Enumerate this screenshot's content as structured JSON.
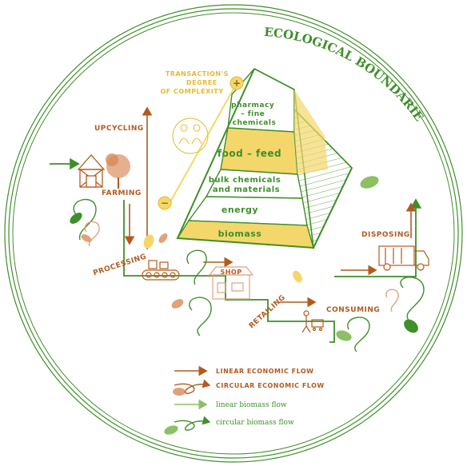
{
  "title": "ECOLOGICAL BOUNDARIES",
  "pyramid": {
    "axis_label_lines": [
      "TRANSACTION'S",
      "DEGREE",
      "OF COMPLEXITY"
    ],
    "plus": "+",
    "minus": "−",
    "levels": [
      {
        "lines": [
          "pharmacy",
          "– fine",
          "chemicals"
        ]
      },
      {
        "lines": [
          "food – feed"
        ]
      },
      {
        "lines": [
          "bulk chemicals",
          "and materials"
        ]
      },
      {
        "lines": [
          "energy"
        ]
      },
      {
        "lines": [
          "biomass"
        ]
      }
    ]
  },
  "stages": {
    "upcycling": "UPCYCLING",
    "farming": "FARMING",
    "processing": "PROCESSING",
    "retailing": "RETAILING",
    "consuming": "CONSUMING",
    "disposing": "DISPOSING",
    "shop_sign": "SHOP"
  },
  "legend": [
    {
      "label": "LINEAR ECONOMIC FLOW",
      "kind": "linear-economic"
    },
    {
      "label": "CIRCULAR ECONOMIC FLOW",
      "kind": "circular-economic"
    },
    {
      "label": "linear biomass flow",
      "kind": "linear-biomass"
    },
    {
      "label": "circular biomass flow",
      "kind": "circular-biomass"
    }
  ],
  "colors": {
    "green": "#3f8f2a",
    "light_green": "#8cc063",
    "brown": "#b35a1f",
    "yellow": "#f4d76b",
    "yellow_dark": "#e8b92f",
    "peach": "#e0a27a"
  }
}
